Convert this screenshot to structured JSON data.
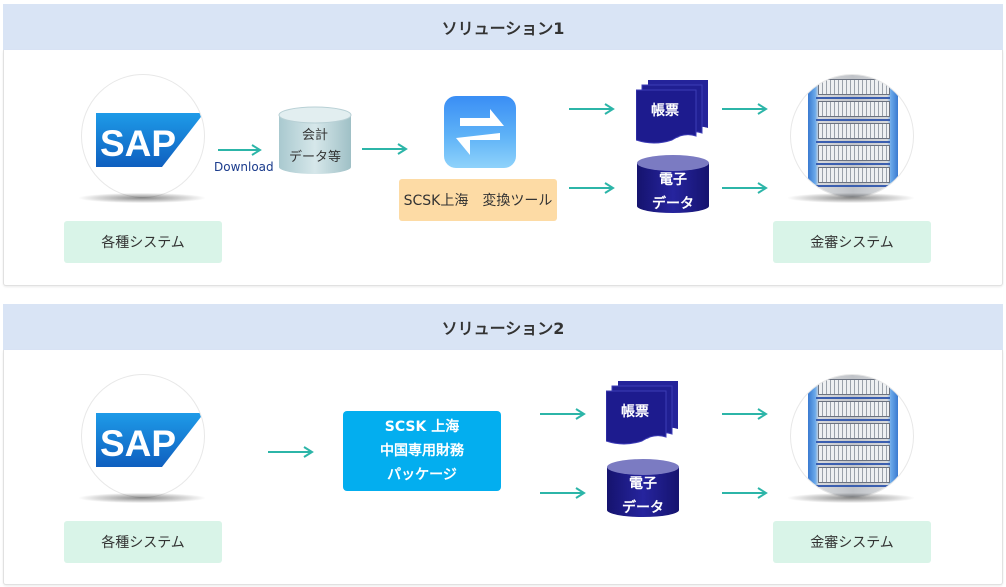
{
  "solutions": [
    {
      "title": "ソリューション1",
      "source_label": "各種システム",
      "source_logo": "SAP",
      "download_label": "Download",
      "intermediate_db": [
        "会計",
        "データ等"
      ],
      "tool_icon": "convert-arrows-icon",
      "tool_label": "SCSK上海　変換ツール",
      "outputs": {
        "document": "帳票",
        "data": [
          "電子",
          "データ"
        ]
      },
      "target_label": "金審システム"
    },
    {
      "title": "ソリューション2",
      "source_label": "各種システム",
      "source_logo": "SAP",
      "package_lines": [
        "SCSK 上海",
        "中国専用財務",
        "パッケージ"
      ],
      "outputs": {
        "document": "帳票",
        "data": [
          "電子",
          "データ"
        ]
      },
      "target_label": "金審システム"
    }
  ],
  "colors": {
    "header_bg": "#d9e4f5",
    "label_bg": "#d9f4e8",
    "tool_label_bg": "#fddba5",
    "package_bg": "#03aeef",
    "arrow": "#2cb5a8",
    "output_shape": "#1d1b8e",
    "sap_blue": "#1479d0"
  }
}
